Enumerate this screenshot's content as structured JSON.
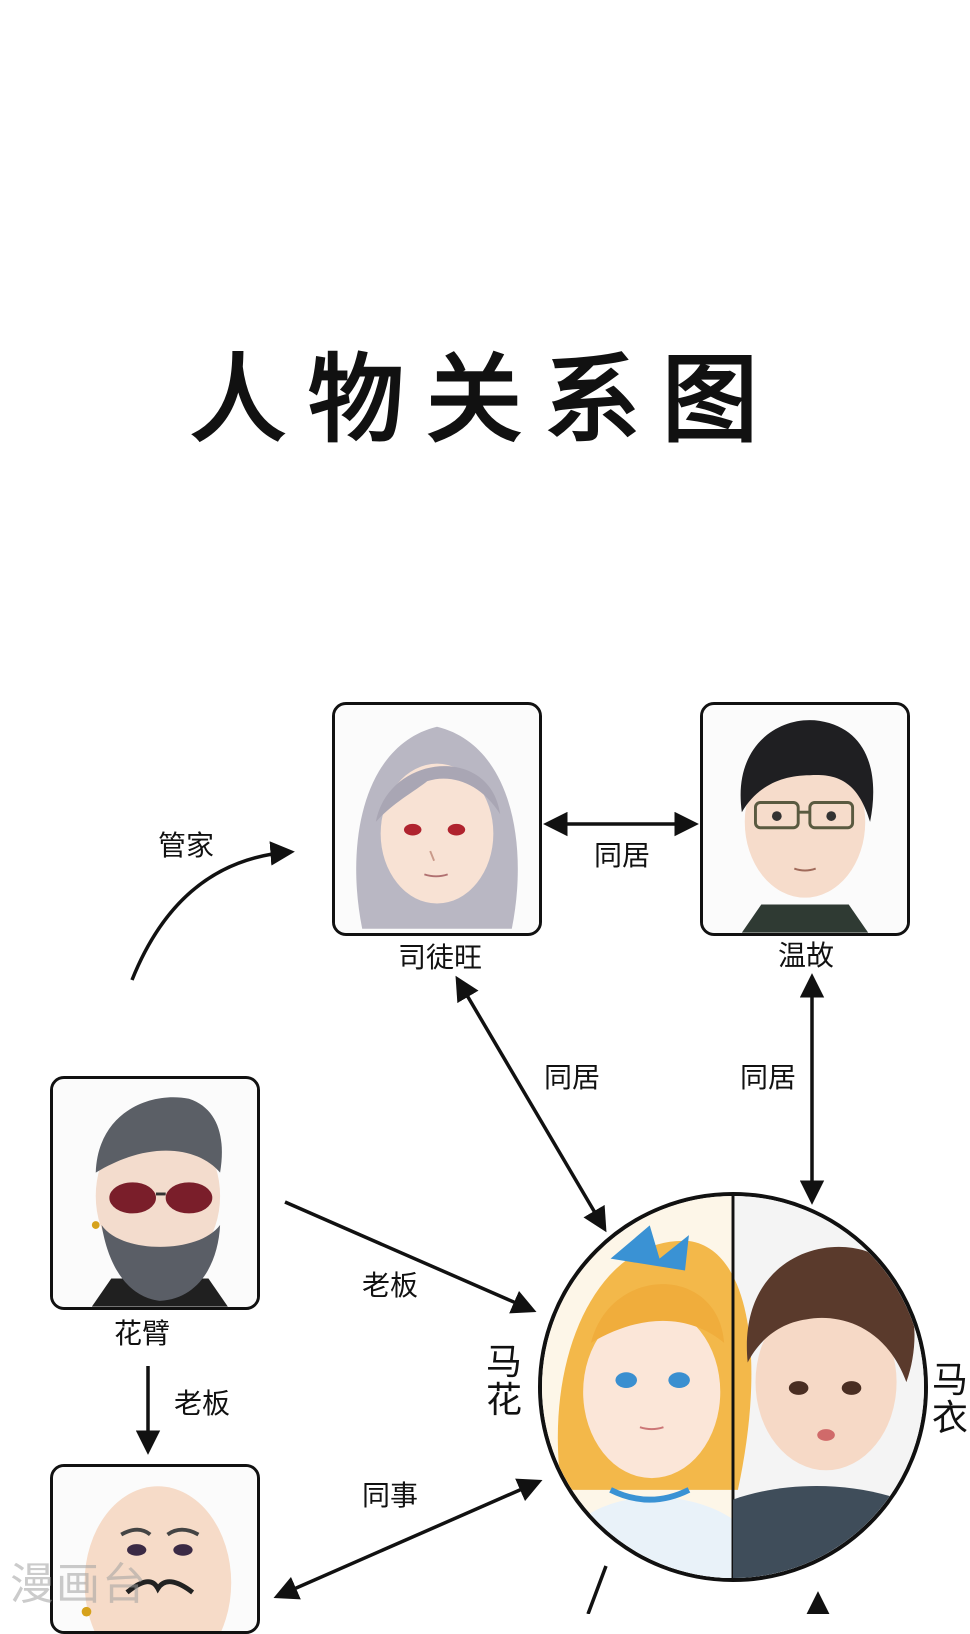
{
  "title": "人物关系图",
  "characters": {
    "situ_wang": "司徒旺",
    "wen_gu": "温故",
    "hua_bi": "花臂",
    "ma_hua": "马花",
    "ma_yi": "马衣"
  },
  "relations": {
    "guanjia": "管家",
    "tongju_top": "同居",
    "tongju_left": "同居",
    "tongju_right": "同居",
    "laoban_diag": "老板",
    "laoban_down": "老板",
    "tongshi": "同事"
  },
  "watermark": "漫画台"
}
